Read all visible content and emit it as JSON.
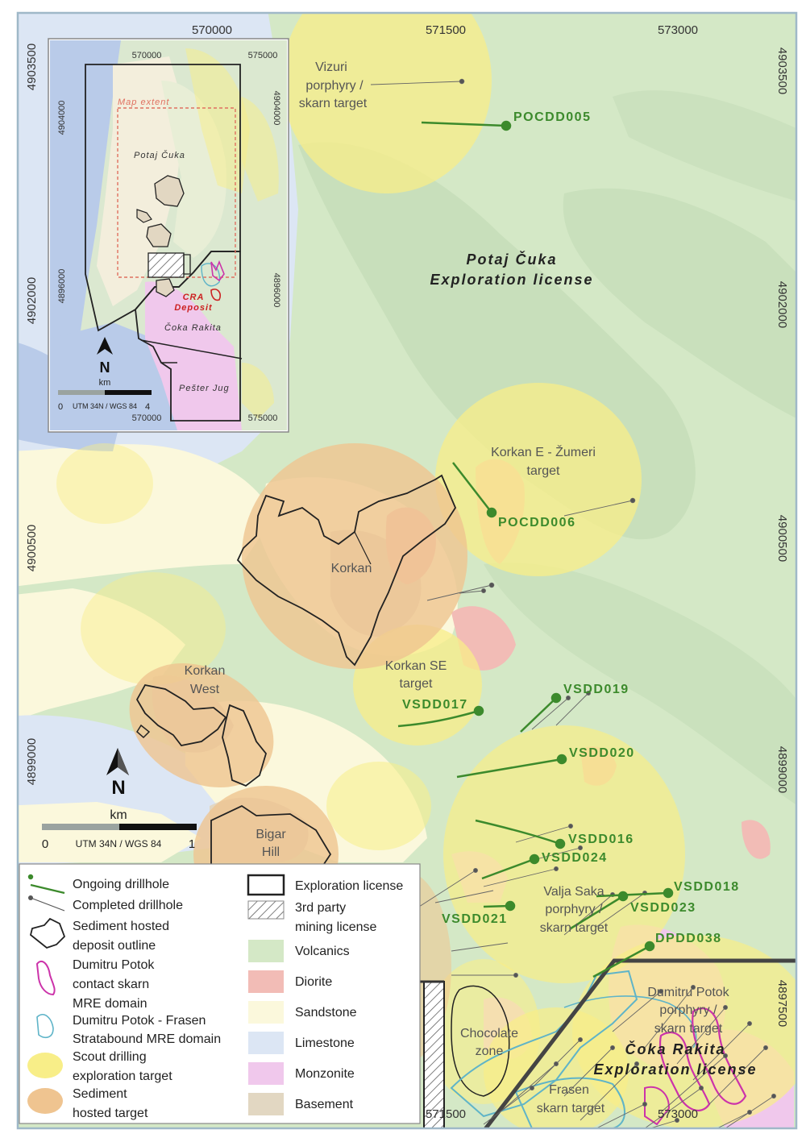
{
  "coords": {
    "top_x": [
      "570000",
      "571500",
      "573000"
    ],
    "left_y": [
      "4903500",
      "4902000",
      "4900500",
      "4899000"
    ],
    "right_y": [
      "4903500",
      "4902000",
      "4900500",
      "4899000",
      "4897500"
    ],
    "bottom_x": [
      "571500",
      "573000"
    ]
  },
  "labels": {
    "vizuri": [
      "Vizuri",
      "porphyry /",
      "skarn target"
    ],
    "potaj_license": [
      "Potaj Čuka",
      "Exploration license"
    ],
    "korkan_e": [
      "Korkan E - Žumeri",
      "target"
    ],
    "korkan": "Korkan",
    "korkan_se": [
      "Korkan SE",
      "target"
    ],
    "korkan_west": [
      "Korkan",
      "West"
    ],
    "bigar_hill": [
      "Bigar",
      "Hill"
    ],
    "valja_saka": [
      "Valja Saka",
      "porphyry /",
      "skarn target"
    ],
    "dumitru_potok": [
      "Dumitru Potok",
      "porphyry /",
      "skarn target"
    ],
    "coka_license": [
      "Čoka Rakita",
      "Exploration license"
    ],
    "chocolate": [
      "Chocolate",
      "zone"
    ],
    "frasen": [
      "Frasen",
      "skarn target"
    ]
  },
  "drillholes": {
    "pocdd005": "POCDD005",
    "pocdd006": "POCDD006",
    "vsdd017": "VSDD017",
    "vsdd019": "VSDD019",
    "vsdd020": "VSDD020",
    "vsdd016": "VSDD016",
    "vsdd024": "VSDD024",
    "vsdd018": "VSDD018",
    "vsdd023": "VSDD023",
    "vsdd021": "VSDD021",
    "dpdd038": "DPDD038"
  },
  "scale": {
    "north": "N",
    "unit": "km",
    "zero": "0",
    "max": "1",
    "crs": "UTM 34N / WGS 84"
  },
  "inset": {
    "top_x": [
      "570000",
      "575000"
    ],
    "bottom_x": [
      "570000",
      "575000"
    ],
    "left_y": [
      "4904000",
      "4896000"
    ],
    "right_y": [
      "4904000",
      "4896000"
    ],
    "map_extent": "Map extent",
    "potaj": "Potaj Čuka",
    "cra": [
      "CRA",
      "Deposit"
    ],
    "coka": "Čoka Rakita",
    "pester": "Pešter Jug",
    "north": "N",
    "unit": "km",
    "zero": "0",
    "max": "4",
    "crs": "UTM 34N / WGS 84"
  },
  "legend": {
    "ongoing": "Ongoing drillhole",
    "completed": "Completed drillhole",
    "sediment_outline": [
      "Sediment hosted",
      "deposit outline"
    ],
    "dumitru_skarn": [
      "Dumitru Potok",
      "contact skarn"
    ],
    "mre_domain": [
      "MRE domain",
      "Dumitru Potok - Frasen",
      "Stratabound MRE domain"
    ],
    "scout": [
      "Scout drilling",
      "exploration target"
    ],
    "sediment_target": [
      "Sediment",
      "hosted target"
    ],
    "exploration_license": "Exploration license",
    "third_party": [
      "3rd party",
      "mining license"
    ],
    "volcanics": "Volcanics",
    "diorite": "Diorite",
    "sandstone": "Sandstone",
    "limestone": "Limestone",
    "monzonite": "Monzonite",
    "basement": "Basement"
  },
  "colors": {
    "volcanics": "#d4e8c6",
    "diorite": "#f2bcb6",
    "sandstone": "#fbf8dc",
    "limestone": "#dce6f4",
    "monzonite": "#f0c8ec",
    "basement": "#e2d7c2",
    "lake": "#b9cbe9",
    "ongoing": "#3c8a2c",
    "completed": "#555555",
    "skarn": "#cc33aa",
    "mre": "#5fb4c8",
    "scout_target": "#f8ee88",
    "sediment_target": "#efc490"
  }
}
